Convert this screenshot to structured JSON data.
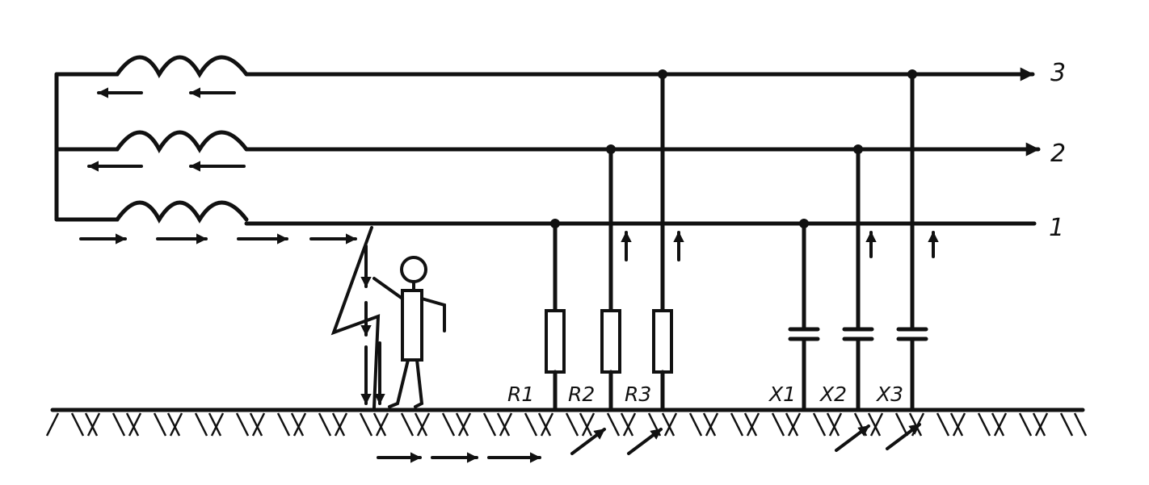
{
  "phase_labels": {
    "line1": "1",
    "line2": "2",
    "line3": "3"
  },
  "resistors": [
    {
      "label": "R1"
    },
    {
      "label": "R2"
    },
    {
      "label": "R3"
    }
  ],
  "capacitors": [
    {
      "label": "X1"
    },
    {
      "label": "X2"
    },
    {
      "label": "X3"
    }
  ]
}
